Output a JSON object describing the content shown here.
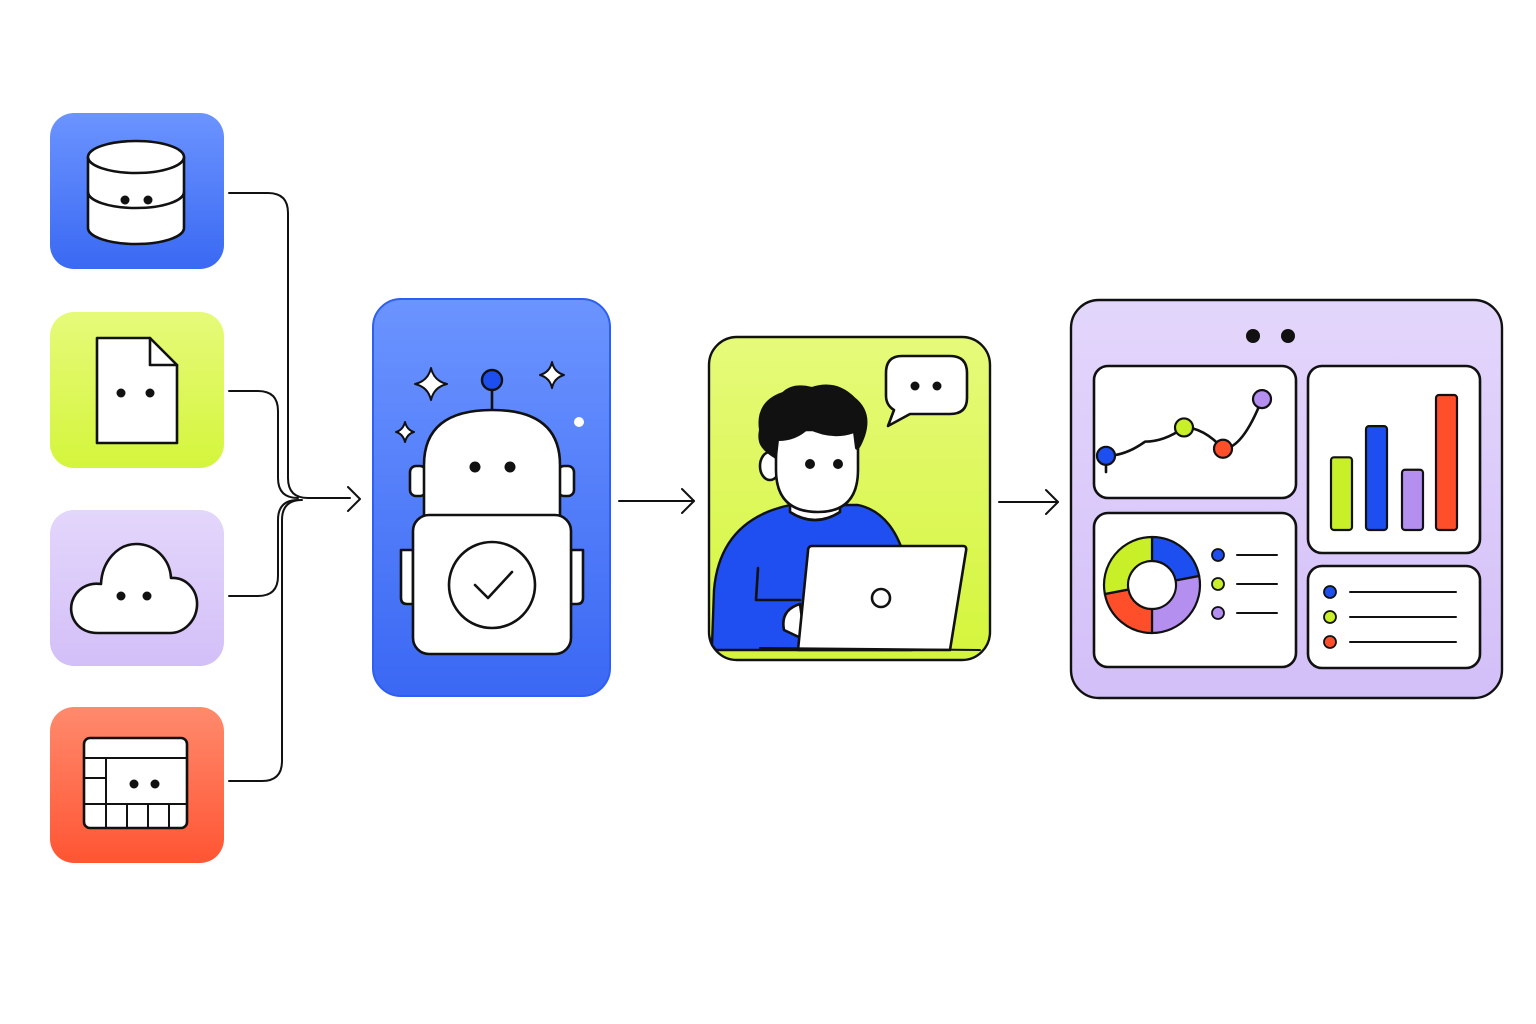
{
  "colors": {
    "blue": "#2f5ff0",
    "blue_light": "#6b94ff",
    "lime": "#d4f53c",
    "lime_light": "#e6fa7a",
    "lavender": "#d8c5f9",
    "lavender_light": "#e3d6fb",
    "coral": "#ff5a36",
    "coral_light": "#ff7f63",
    "ink": "#111111",
    "chart_blue": "#1d4ef0",
    "chart_lime": "#c8ef28",
    "chart_purple": "#b48ff0",
    "chart_red": "#ff4f2a"
  },
  "sources": [
    {
      "icon": "database-icon"
    },
    {
      "icon": "document-icon"
    },
    {
      "icon": "cloud-icon"
    },
    {
      "icon": "spreadsheet-icon"
    }
  ],
  "stages": [
    {
      "icon": "robot-icon"
    },
    {
      "icon": "person-laptop-icon"
    },
    {
      "icon": "dashboard-icon"
    }
  ],
  "chart_data": [
    {
      "type": "line",
      "x": [
        1,
        2,
        3,
        4,
        5
      ],
      "y": [
        2,
        3,
        4,
        2.5,
        6
      ],
      "marker_colors": [
        "#1d4ef0",
        "",
        "#c8ef28",
        "#ff4f2a",
        "#b48ff0"
      ],
      "grid": false
    },
    {
      "type": "bar",
      "values": [
        3.5,
        5,
        2.9,
        6.5
      ],
      "colors": [
        "#c8ef28",
        "#1d4ef0",
        "#b48ff0",
        "#ff4f2a"
      ],
      "grid": false
    },
    {
      "type": "pie",
      "values": [
        22,
        28,
        22,
        28
      ],
      "colors": [
        "#1d4ef0",
        "#b48ff0",
        "#ff4f2a",
        "#c8ef28"
      ],
      "donut": true
    }
  ],
  "legend_dots": [
    "#1d4ef0",
    "#c8ef28",
    "#b48ff0"
  ],
  "list_dots": [
    "#1d4ef0",
    "#c8ef28",
    "#ff4f2a"
  ]
}
